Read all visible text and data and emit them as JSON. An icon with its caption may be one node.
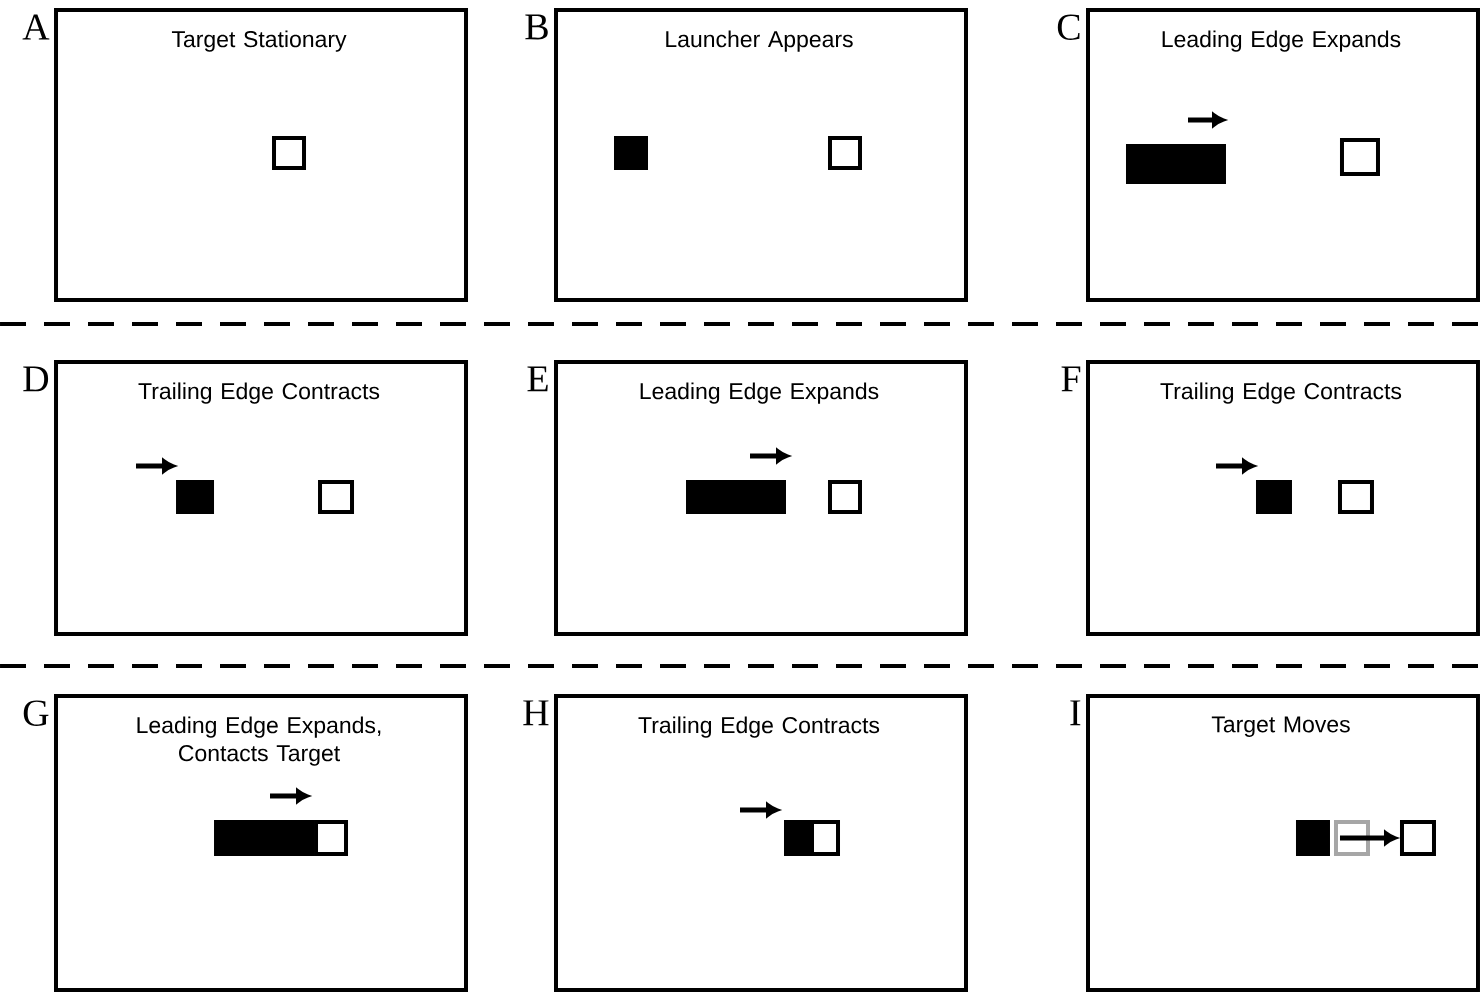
{
  "diagram": {
    "nodes": [
      {
        "text": [
          "Target Stationary"
        ],
        "beside": [
          "A"
        ]
      },
      {
        "text": [
          "Launcher Appears"
        ],
        "beside": [
          "B"
        ]
      },
      {
        "text": [
          "Leading Edge Expands"
        ],
        "beside": [
          "C"
        ]
      },
      {
        "text": [
          "Trailing Edge Contracts"
        ],
        "beside": [
          "D"
        ]
      },
      {
        "text": [
          "Leading Edge Expands"
        ],
        "beside": [
          "E"
        ]
      },
      {
        "text": [
          "Trailing Edge Contracts"
        ],
        "beside": [
          "F"
        ]
      },
      {
        "text": [
          "Leading Edge Expands, Contacts Target"
        ],
        "beside": [
          "G"
        ]
      },
      {
        "text": [
          "Trailing Edge Contracts"
        ],
        "beside": [
          "H"
        ]
      },
      {
        "text": [
          "Target Moves"
        ],
        "beside": [
          "I"
        ]
      }
    ]
  }
}
